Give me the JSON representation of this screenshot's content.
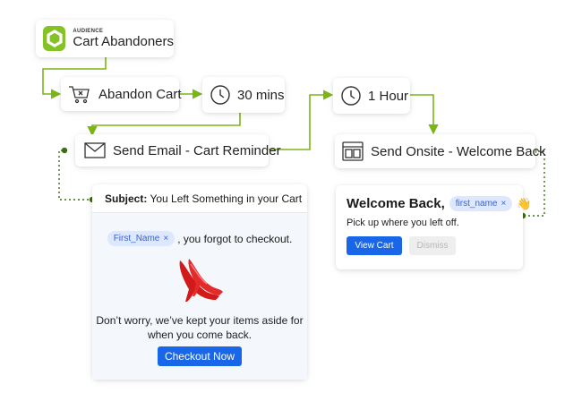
{
  "audience": {
    "caption": "AUDIENCE",
    "name": "Cart Abandoners"
  },
  "trigger": {
    "label": "Abandon Cart"
  },
  "delay1": {
    "label": "30 mins"
  },
  "delay2": {
    "label": "1 Hour"
  },
  "email_action": {
    "label": "Send Email - Cart Reminder"
  },
  "onsite_action": {
    "label": "Send Onsite - Welcome Back"
  },
  "email_preview": {
    "subject_prefix": "Subject:",
    "subject_text": " You Left Something in your Cart",
    "token": "First_Name",
    "token_remove": "×",
    "greeting_suffix": ", you forgot to checkout.",
    "body_line1": "Don’t worry, we’ve kept your items aside for",
    "body_line2": "when you come back.",
    "cta_label": "Checkout Now"
  },
  "onsite_preview": {
    "title": "Welcome Back,",
    "token": "first_name",
    "token_remove": "×",
    "emoji": "👋",
    "subtitle": "Pick up where you left off.",
    "primary_label": "View Cart",
    "secondary_label": "Dismiss"
  },
  "colors": {
    "connector": "#7cb518",
    "dotted": "#3f6b17",
    "primary": "#1966e8",
    "chip_bg": "#dde8ff",
    "audience_icon": "#84c225"
  }
}
